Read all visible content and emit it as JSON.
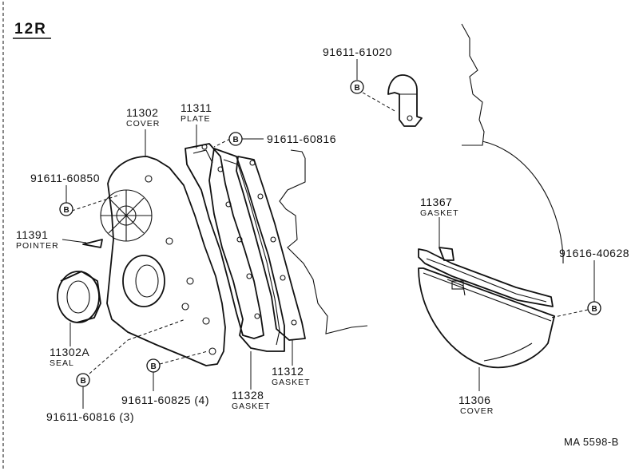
{
  "diagram": {
    "title": "12R",
    "reference": "MA  5598-B",
    "bolt_symbol": "B",
    "callouts": [
      {
        "id": "c-91611-61020",
        "number": "91611-61020",
        "name": ""
      },
      {
        "id": "c-11302",
        "number": "11302",
        "name": "COVER"
      },
      {
        "id": "c-11311",
        "number": "11311",
        "name": "PLATE"
      },
      {
        "id": "c-91611-60816-top",
        "number": "91611-60816",
        "name": ""
      },
      {
        "id": "c-91611-60850",
        "number": "91611-60850",
        "name": ""
      },
      {
        "id": "c-11391",
        "number": "11391",
        "name": "POINTER"
      },
      {
        "id": "c-11367",
        "number": "11367",
        "name": "GASKET"
      },
      {
        "id": "c-91616-40628",
        "number": "91616-40628",
        "name": ""
      },
      {
        "id": "c-11302A",
        "number": "11302A",
        "name": "SEAL"
      },
      {
        "id": "c-11312",
        "number": "11312",
        "name": "GASKET"
      },
      {
        "id": "c-11328",
        "number": "11328",
        "name": "GASKET"
      },
      {
        "id": "c-11306",
        "number": "11306",
        "name": "COVER"
      },
      {
        "id": "c-91611-60825",
        "number": "91611-60825 (4)",
        "name": ""
      },
      {
        "id": "c-91611-60816-bot",
        "number": "91611-60816 (3)",
        "name": ""
      }
    ]
  }
}
